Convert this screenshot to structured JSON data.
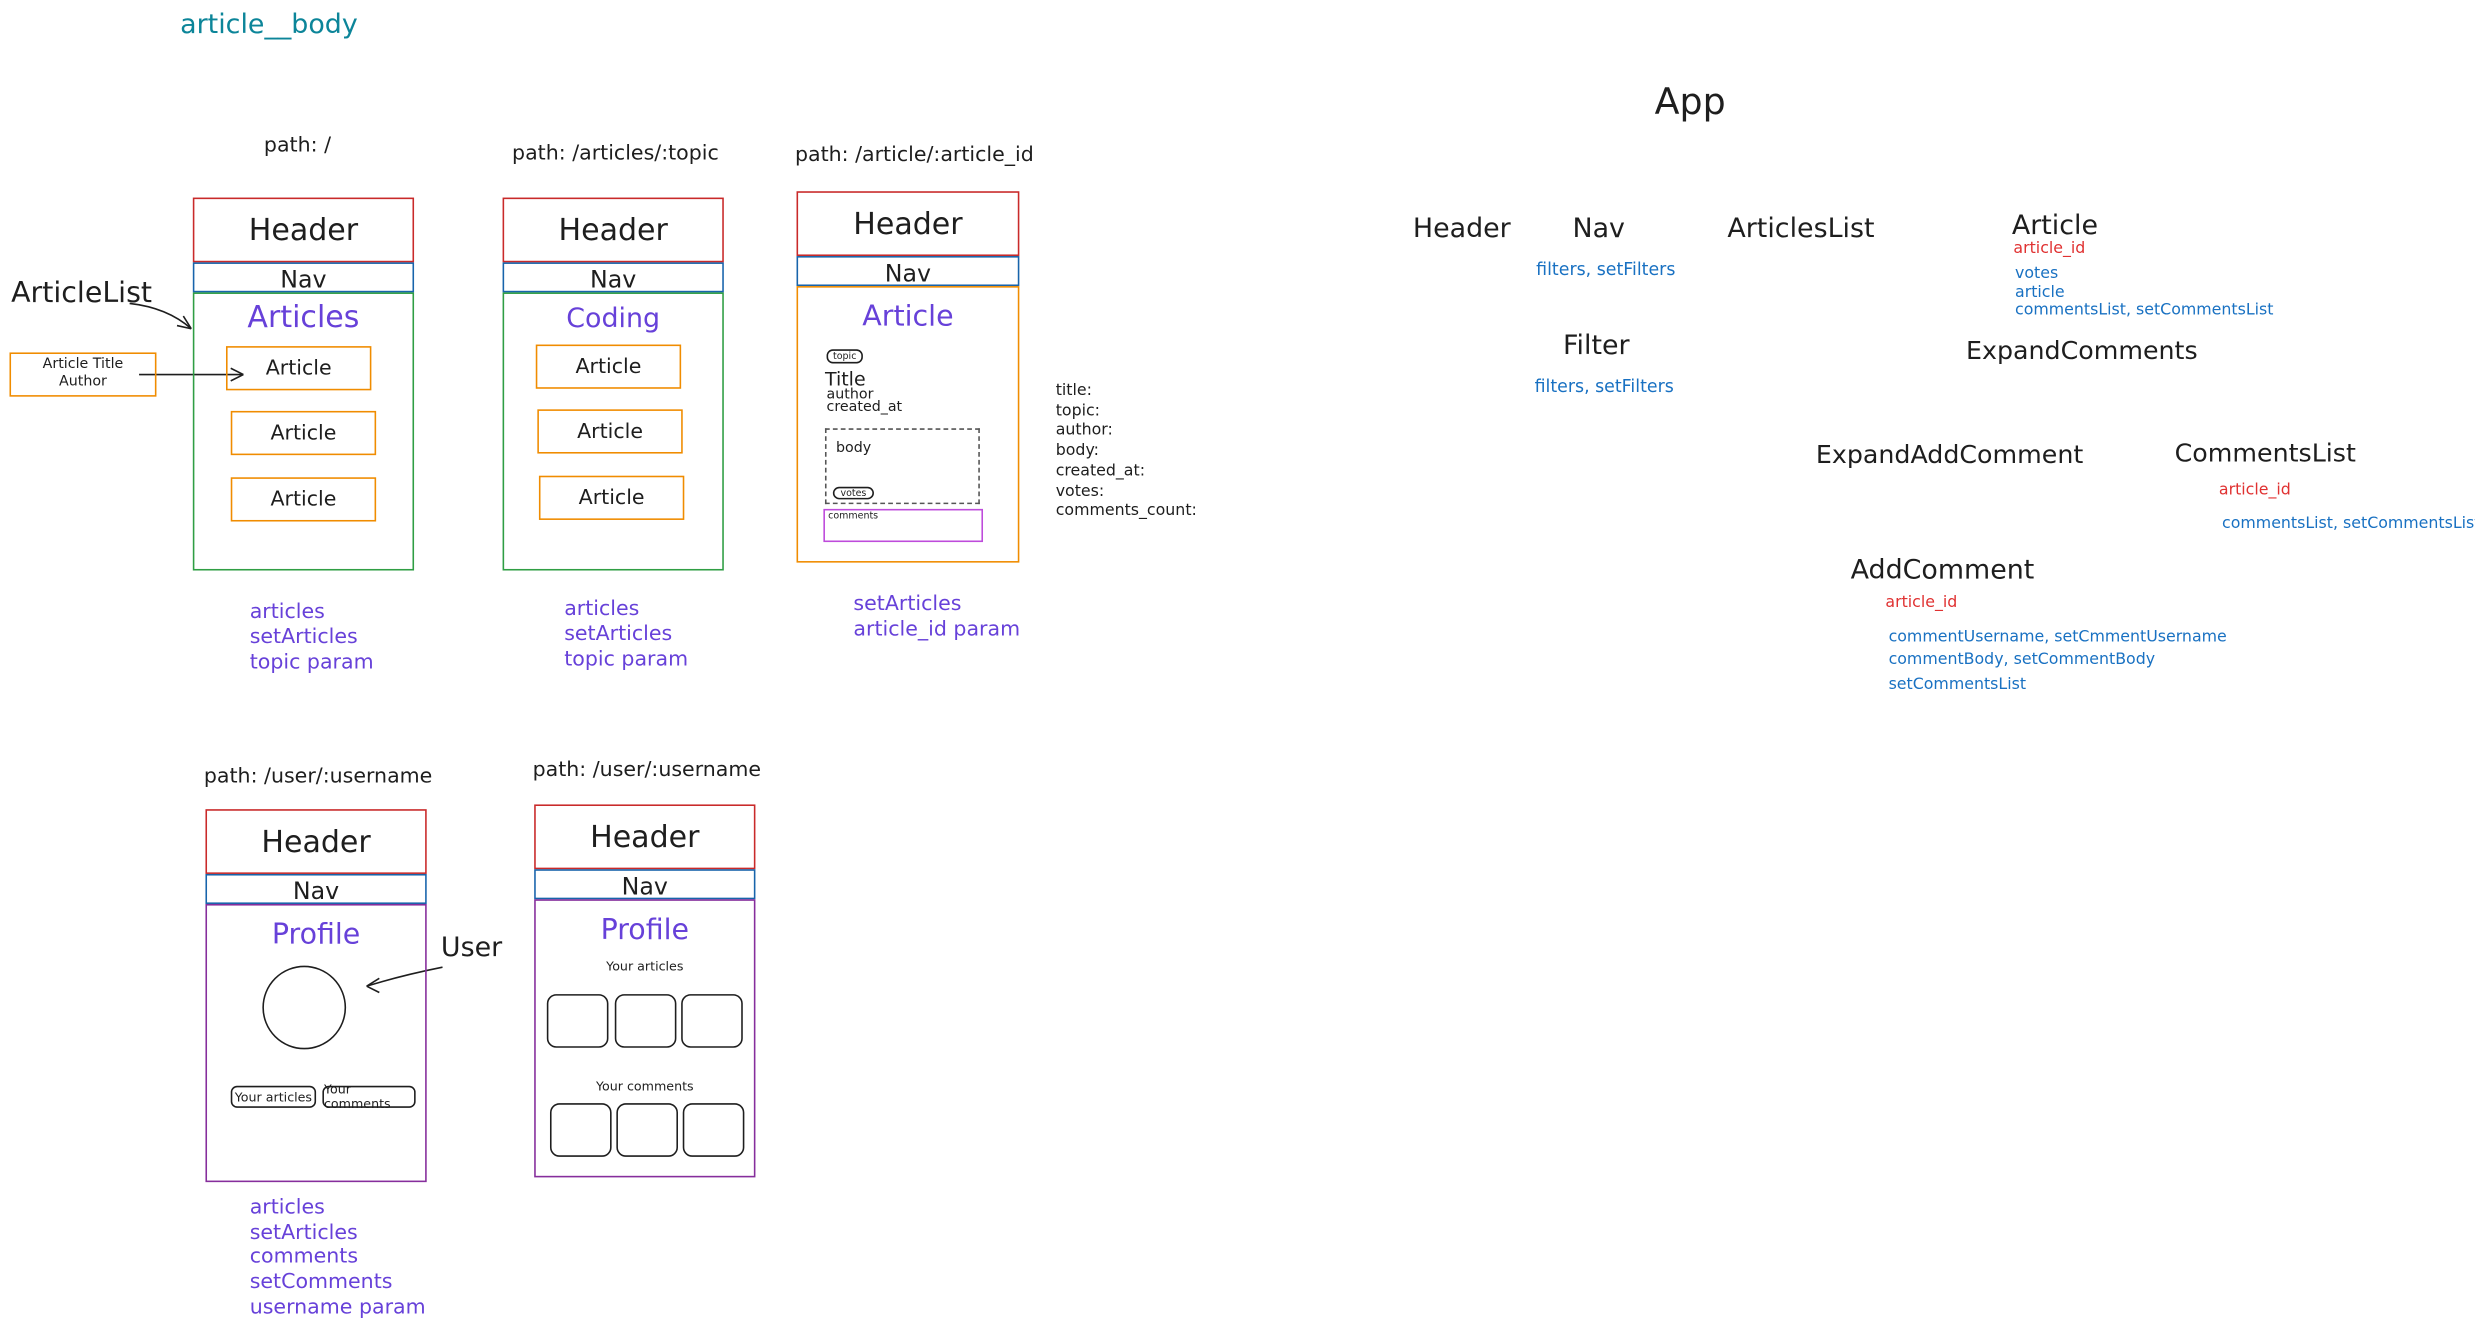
{
  "top_label": "article__body",
  "frame_labels": {
    "header": "Header",
    "nav": "Nav",
    "article": "Article"
  },
  "wf_home": {
    "path": "path: /",
    "content_title": "Articles",
    "props": [
      "articles",
      "setArticles",
      "topic param"
    ]
  },
  "wf_topic": {
    "path": "path: /articles/:topic",
    "content_title": "Coding",
    "props": [
      "articles",
      "setArticles",
      "topic param"
    ]
  },
  "wf_article": {
    "path": "path: /article/:article_id",
    "content_title": "Article",
    "topic_chip": "topic",
    "title": "Title",
    "author": "author",
    "created_at": "created_at",
    "body": "body",
    "votes_chip": "votes",
    "comments_label": "comments",
    "props": [
      "setArticles",
      "article_id param"
    ],
    "fields": [
      "title:",
      "topic:",
      "author:",
      "body:",
      "created_at:",
      "votes:",
      "comments_count:"
    ]
  },
  "wf_user1": {
    "path": "path: /user/:username",
    "content_title": "Profile",
    "btn_articles": "Your articles",
    "btn_comments": "Your comments",
    "props": [
      "articles",
      "setArticles",
      "comments",
      "setComments",
      "username param"
    ]
  },
  "wf_user2": {
    "path": "path: /user/:username",
    "content_title": "Profile",
    "your_articles": "Your articles",
    "your_comments": "Your comments"
  },
  "annotations": {
    "article_list": "ArticleList",
    "article_title_author": [
      "Article Title",
      "Author"
    ],
    "user": "User"
  },
  "tree": {
    "app": "App",
    "header": "Header",
    "nav": "Nav",
    "nav_props": "filters, setFilters",
    "articles_list": "ArticlesList",
    "filter": "Filter",
    "filter_props": "filters, setFilters",
    "article": "Article",
    "article_id": "article_id",
    "article_props": [
      "votes",
      "article",
      "commentsList, setCommentsList"
    ],
    "expand_comments": "ExpandComments",
    "expand_add_comment": "ExpandAddComment",
    "comments_list": "CommentsList",
    "comments_list_id": "article_id",
    "comments_list_props": "commentsList, setCommentsList",
    "add_comment": "AddComment",
    "add_comment_id": "article_id",
    "add_comment_props": [
      "commentUsername, setCmmentUsername",
      "commentBody, setCommentBody",
      "setCommentsList"
    ]
  },
  "colors": {
    "header_border": "#c92a2a",
    "nav_border": "#1864ab",
    "content_green": "#2f9e44",
    "content_orange": "#f08c00",
    "content_purple": "#6741d9",
    "prop_blue": "#1971c2",
    "prop_red": "#e03131",
    "title_teal": "#0c8599"
  }
}
